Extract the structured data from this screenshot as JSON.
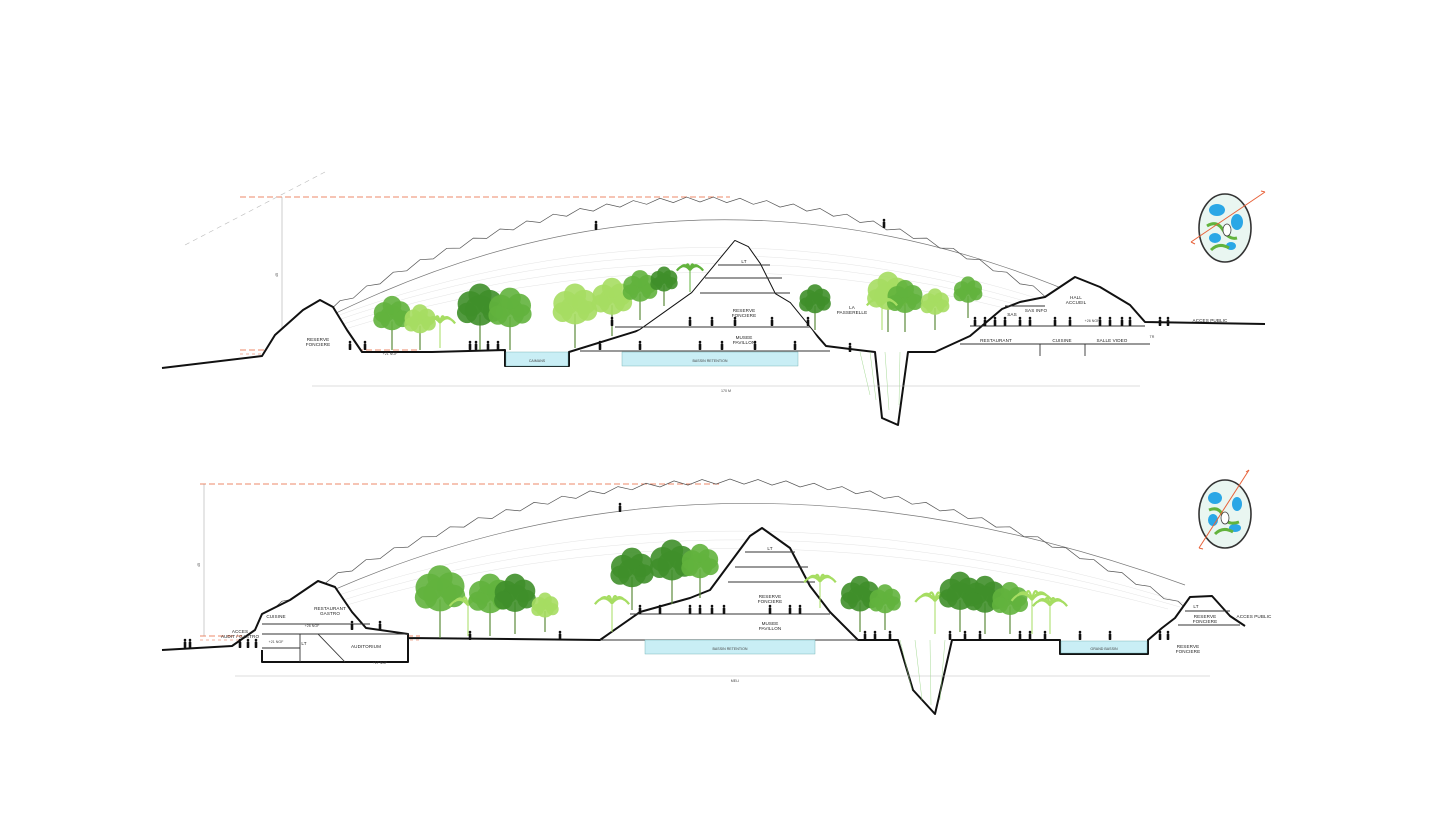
{
  "sections": [
    {
      "id": "section-a",
      "labels": {
        "reserve_left": [
          "RESERVE",
          "FONCIERE"
        ],
        "ngf_left": "+21 NGF",
        "caiman": "CAIMANS",
        "bassin": "BASSIN RETENTION",
        "lt": "LT",
        "reserve_center": [
          "RESERVE",
          "FONCIERE"
        ],
        "musee": [
          "MUSEE",
          "PAVILLON"
        ],
        "passerelle": [
          "LA",
          "PASSERELLE"
        ],
        "sas": "SAS",
        "sas_info": "SAS INFO",
        "hall": [
          "HALL",
          "ACCUEIL"
        ],
        "ngf_right": "+26 NGF",
        "restaurant": "RESTAURANT",
        "cuisine": "CUISINE",
        "salle_video": "SALLE VIDEO",
        "acces": "ACCES PUBLIC",
        "tr": "TR",
        "dim_span": "170 M",
        "dim_height": "45"
      }
    },
    {
      "id": "section-b",
      "labels": {
        "cuisine": "CUISINE",
        "restaurant": [
          "RESTAURANT",
          "GASTRO"
        ],
        "ngf_a": "+26 NGF",
        "ngf_b": "+21 NGF",
        "ngf_c": "+17 NGF",
        "acces_left": [
          "ACCES",
          "AUDIT / GASTRO"
        ],
        "lt_left": "LT",
        "auditorium": "AUDITORIUM",
        "lt_center": "LT",
        "reserve_center": [
          "RESERVE",
          "FONCIERE"
        ],
        "musee": [
          "MUSEE",
          "PAVILLON"
        ],
        "bassin": "BASSIN RETENTION",
        "grand_bassin": "GRAND BASSIN",
        "lt_right": "LT",
        "reserve_right": [
          "RESERVE",
          "FONCIERE"
        ],
        "reserve_low": [
          "RESERVE",
          "FONCIERE"
        ],
        "acces_right": "ACCES PUBLIC",
        "dim_span": "MELI",
        "dim_height": "45"
      }
    }
  ],
  "colors": {
    "accent_line": "#e8623a",
    "tree_dark": "#3f8f2a",
    "tree_mid": "#62b33d",
    "tree_light": "#a6dd62",
    "water": "#c9eef5",
    "key_plan_fill": "#e9f6f1",
    "key_plan_water": "#2aa7e6"
  }
}
